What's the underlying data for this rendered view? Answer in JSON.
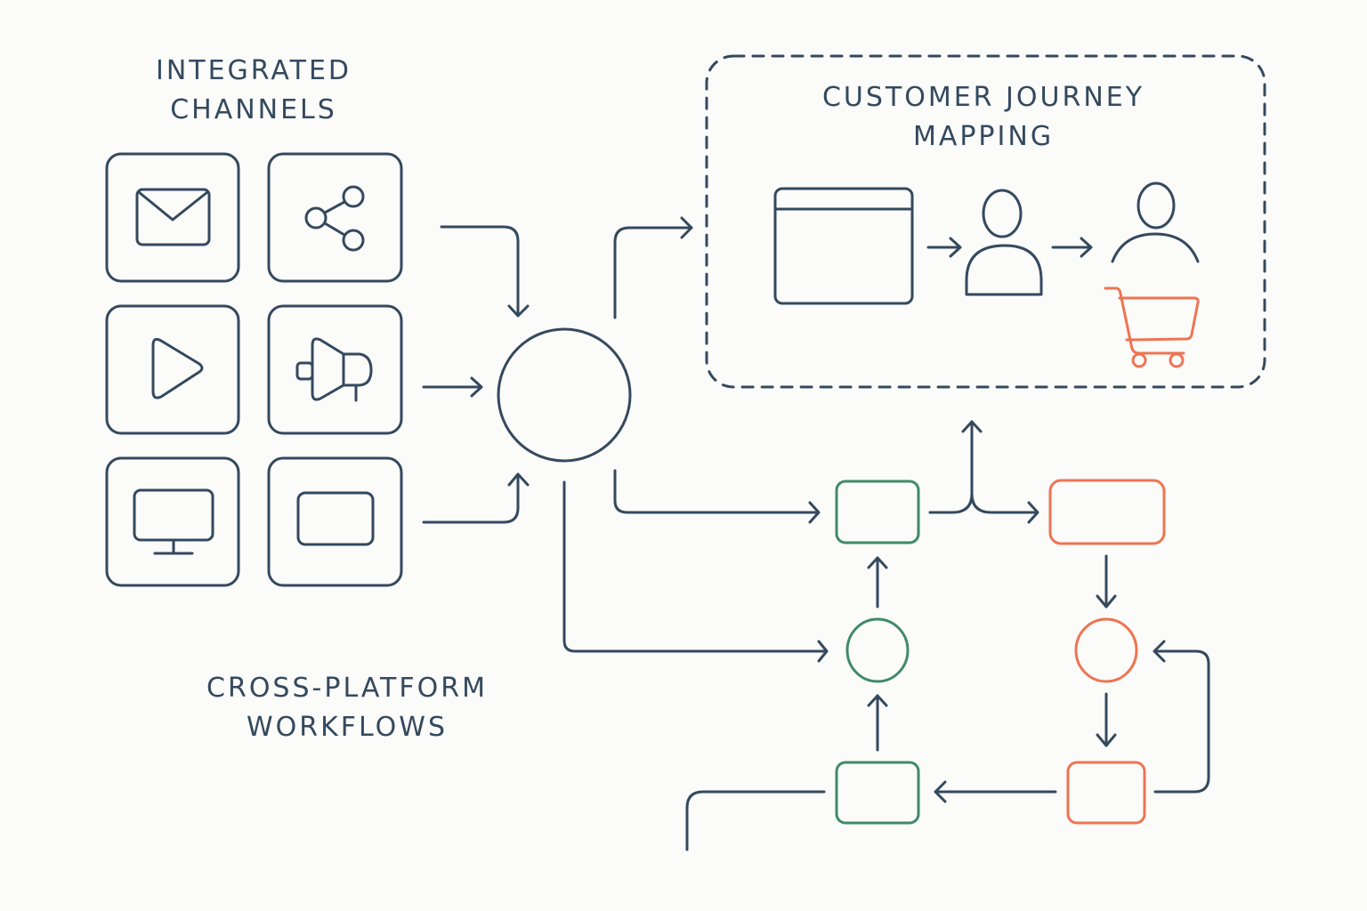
{
  "sections": {
    "channels": {
      "title_line1": "INTEGRATED",
      "title_line2": "CHANNELS"
    },
    "journey": {
      "title_line1": "CUSTOMER JOURNEY",
      "title_line2": "MAPPING"
    },
    "workflows": {
      "title_line1": "CROSS-PLATFORM",
      "title_line2": "WORKFLOWS"
    }
  },
  "channel_tiles": [
    {
      "icon": "email-icon"
    },
    {
      "icon": "share-icon"
    },
    {
      "icon": "play-icon"
    },
    {
      "icon": "megaphone-icon"
    },
    {
      "icon": "monitor-icon"
    },
    {
      "icon": "tablet-icon"
    }
  ],
  "journey_steps": [
    {
      "icon": "browser-window-icon"
    },
    {
      "icon": "user-icon"
    },
    {
      "icon": "customer-icon"
    },
    {
      "icon": "shopping-cart-icon"
    }
  ],
  "workflow_nodes": [
    {
      "id": "green-box-top",
      "shape": "rect",
      "color": "green"
    },
    {
      "id": "orange-box-top",
      "shape": "rect",
      "color": "orange"
    },
    {
      "id": "green-circle",
      "shape": "circle",
      "color": "green"
    },
    {
      "id": "orange-circle",
      "shape": "circle",
      "color": "orange"
    },
    {
      "id": "green-box-bottom",
      "shape": "rect",
      "color": "green"
    },
    {
      "id": "orange-box-bottom",
      "shape": "rect",
      "color": "orange"
    }
  ],
  "colors": {
    "ink": "#34495e",
    "green": "#3f8a68",
    "orange": "#ee7452",
    "background": "#fbfbf9"
  }
}
